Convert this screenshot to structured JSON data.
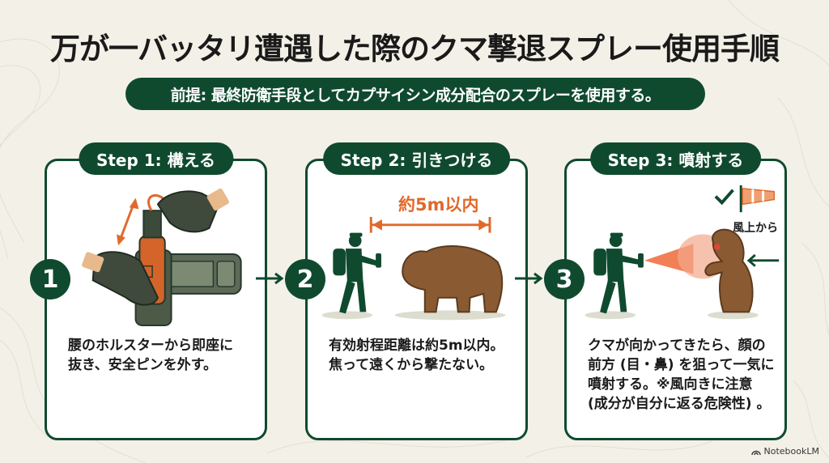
{
  "title": "万が一バッタリ遭遇した際のクマ撃退スプレー使用手順",
  "premise": "前提: 最終防衛手段としてカプサイシン成分配合のスプレーを使用する。",
  "steps": [
    {
      "number": "1",
      "badge": "Step 1: 構える",
      "lines": [
        "腰のホルスターから即座に",
        "抜き、安全ピンを外す。"
      ]
    },
    {
      "number": "2",
      "badge": "Step 2: 引きつける",
      "distance_label": "約5m以内",
      "lines": [
        "有効射程距離は約5m以内。",
        "焦って遠くから撃たない。"
      ]
    },
    {
      "number": "3",
      "badge": "Step 3: 噴射する",
      "wind_label": "風上から",
      "lines": [
        "クマが向かってきたら、顔の",
        "前方 (目・鼻) を狙って一気に",
        "噴射する。※風向きに注意",
        "(成分が自分に返る危険性) 。"
      ]
    }
  ],
  "footer": {
    "brand": "NotebookLM"
  },
  "colors": {
    "primary_green": "#0f4a2f",
    "accent_orange": "#e0692a",
    "bear_brown": "#8a5a32",
    "background": "#f3f1e7"
  }
}
